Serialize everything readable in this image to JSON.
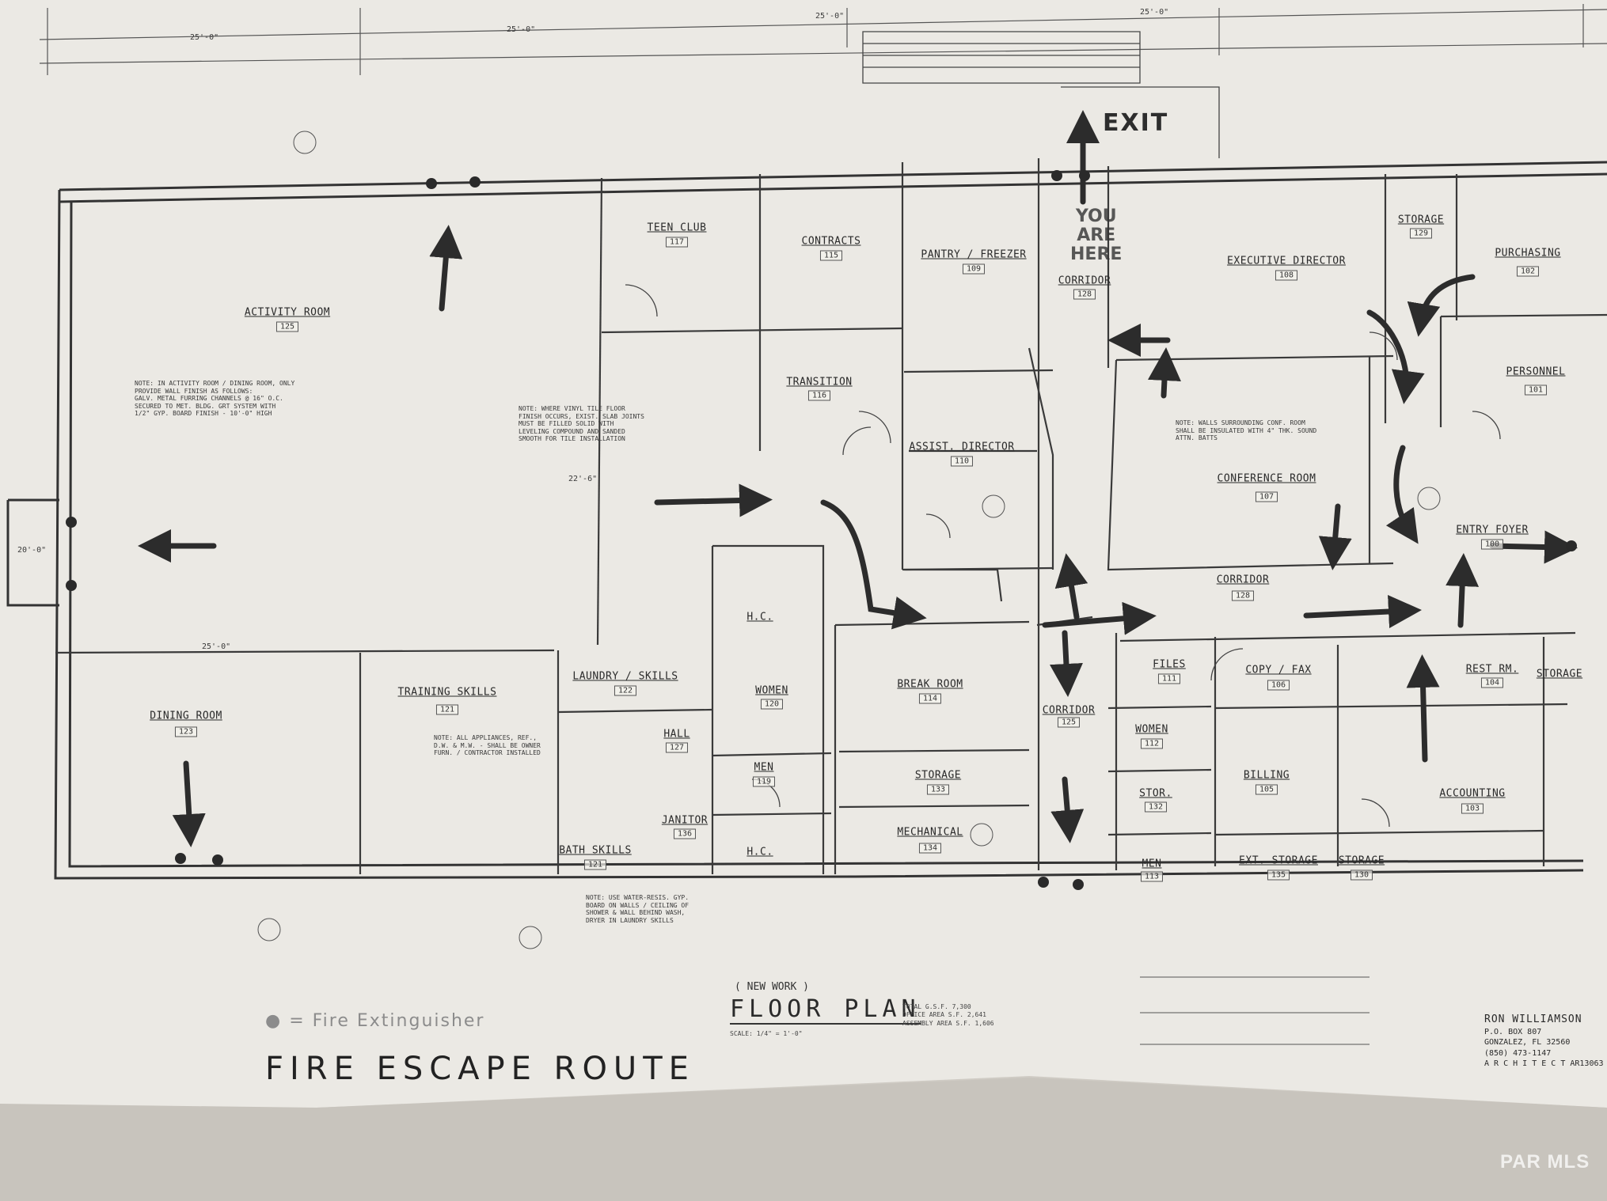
{
  "title_handwritten": "FIRE ESCAPE ROUTE",
  "fire_extinguisher_note": "● = Fire Extinguisher",
  "exit_label": "EXIT",
  "you_are_here": "YOU\nARE\nHERE",
  "floor_plan": {
    "new_work": "( NEW WORK )",
    "title": "FLOOR PLAN",
    "scale": "SCALE: 1/4\" = 1'-0\"",
    "area_stats": "TOTAL G.S.F. 7,300\nOFFICE AREA S.F. 2,641\nASSEMBLY AREA S.F. 1,606"
  },
  "architect": {
    "name": "RON WILLIAMSON",
    "address1": "P.O. BOX 807",
    "address2": "GONZALEZ, FL 32560",
    "phone": "(850) 473-1147",
    "title": "A R C H I T E C T  AR13063"
  },
  "rooms": [
    {
      "name": "ACTIVITY ROOM",
      "number": "125"
    },
    {
      "name": "TEEN CLUB",
      "number": "117"
    },
    {
      "name": "CONTRACTS",
      "number": "115"
    },
    {
      "name": "PANTRY / FREEZER",
      "number": "109"
    },
    {
      "name": "CORRIDOR",
      "number": "128"
    },
    {
      "name": "EXECUTIVE DIRECTOR",
      "number": "108"
    },
    {
      "name": "STORAGE",
      "number": "129"
    },
    {
      "name": "PURCHASING",
      "number": "102"
    },
    {
      "name": "PERSONNEL",
      "number": "101"
    },
    {
      "name": "TRANSITION",
      "number": "116"
    },
    {
      "name": "ASSIST. DIRECTOR",
      "number": "110"
    },
    {
      "name": "CONFERENCE ROOM",
      "number": "107"
    },
    {
      "name": "ENTRY FOYER",
      "number": "100"
    },
    {
      "name": "CORRIDOR",
      "number": "128"
    },
    {
      "name": "DINING ROOM",
      "number": "123"
    },
    {
      "name": "TRAINING SKILLS",
      "number": "121"
    },
    {
      "name": "LAUNDRY / SKILLS",
      "number": "122"
    },
    {
      "name": "H.C.",
      "number": ""
    },
    {
      "name": "WOMEN",
      "number": "120"
    },
    {
      "name": "MEN",
      "number": "119"
    },
    {
      "name": "HALL",
      "number": "127"
    },
    {
      "name": "JANITOR",
      "number": "136"
    },
    {
      "name": "H.C.",
      "number": ""
    },
    {
      "name": "BATH SKILLS",
      "number": "121"
    },
    {
      "name": "BREAK ROOM",
      "number": "114"
    },
    {
      "name": "STORAGE",
      "number": "133"
    },
    {
      "name": "MECHANICAL",
      "number": "134"
    },
    {
      "name": "CORRIDOR",
      "number": "125"
    },
    {
      "name": "FILES",
      "number": "111"
    },
    {
      "name": "COPY / FAX",
      "number": "106"
    },
    {
      "name": "REST RM.",
      "number": "104"
    },
    {
      "name": "STORAGE",
      "number": ""
    },
    {
      "name": "WOMEN",
      "number": "112"
    },
    {
      "name": "STOR.",
      "number": "132"
    },
    {
      "name": "BILLING",
      "number": "105"
    },
    {
      "name": "ACCOUNTING",
      "number": "103"
    },
    {
      "name": "MEN",
      "number": "113"
    },
    {
      "name": "EXT. STORAGE",
      "number": "135"
    },
    {
      "name": "STORAGE",
      "number": "130"
    }
  ],
  "dimensions": [
    "25'-0\"",
    "25'-0\"",
    "25'-0\"",
    "25'-0\"",
    "25'-0\"",
    "20'-0\"",
    "22'-6\""
  ],
  "notes": {
    "activity_room": "NOTE: IN ACTIVITY ROOM / DINING ROOM, ONLY\nPROVIDE WALL FINISH AS FOLLOWS:\nGALV. METAL FURRING CHANNELS @ 16\" O.C.\nSECURED TO MET. BLDG. GRT SYSTEM WITH\n1/2\" GYP. BOARD FINISH - 10'-0\" HIGH",
    "vinyl_tile": "NOTE: WHERE VINYL TILE FLOOR\nFINISH OCCURS, EXIST. SLAB JOINTS\nMUST BE FILLED SOLID WITH\nLEVELING COMPOUND AND SANDED\nSMOOTH FOR TILE INSTALLATION",
    "conference": "NOTE: WALLS SURROUNDING CONF. ROOM\nSHALL BE INSULATED WITH 4\" THK. SOUND\nATTN. BATTS",
    "appliances": "NOTE: ALL APPLIANCES, REF.,\nD.W. & M.W. - SHALL BE OWNER\nFURN. / CONTRACTOR INSTALLED",
    "water_resist": "NOTE: USE WATER-RESIS. GYP.\nBOARD ON WALLS / CEILING OF\nSHOWER & WALL BEHIND WASH,\nDRYER IN LAUNDRY SKILLS"
  }
}
